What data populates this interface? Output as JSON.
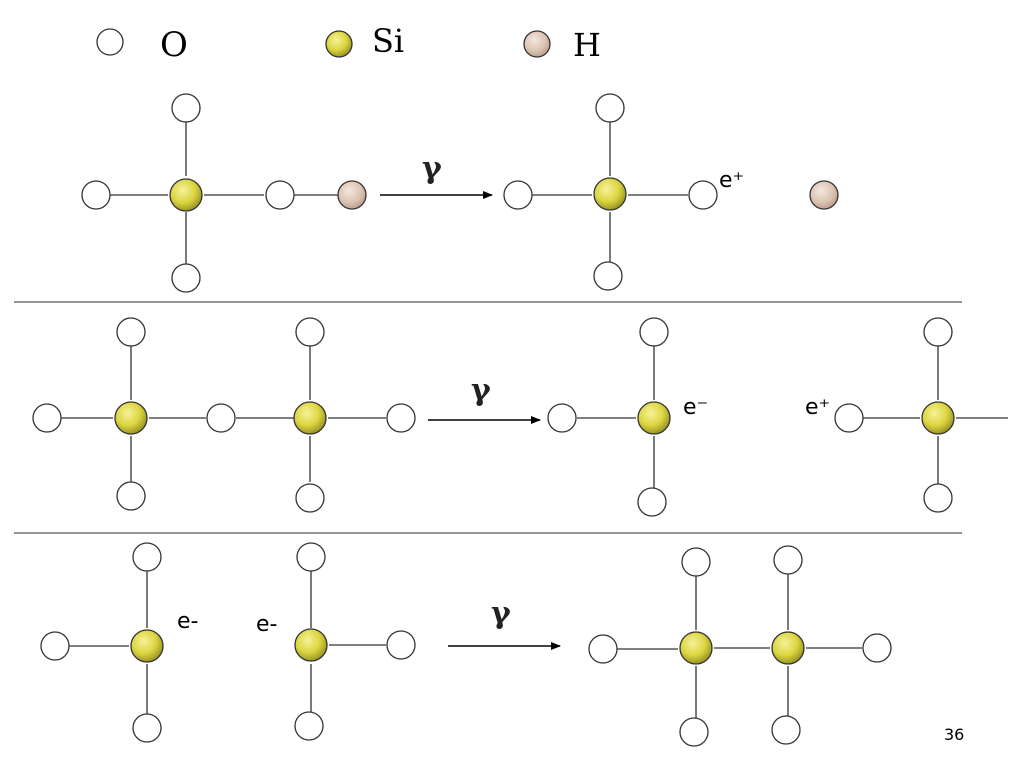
{
  "legend": [
    {
      "symbol": "O",
      "label": "O",
      "kind": "oxygen-atom"
    },
    {
      "symbol": "Si",
      "label": "Si",
      "kind": "silicon-atom"
    },
    {
      "symbol": "H",
      "label": "H",
      "kind": "hydrogen-atom"
    }
  ],
  "colors": {
    "oxygen_fill": "#ffffff",
    "silicon_fill": "#e2dc4a",
    "hydrogen_fill": "#dcc3b2",
    "line": "#333333",
    "separator": "#555555",
    "arrow": "#000000"
  },
  "reaction_label": "γ",
  "charges": {
    "positive_hole": "e⁺",
    "electron_superscript": "e⁻",
    "electron": "e-"
  },
  "page_number": "36"
}
